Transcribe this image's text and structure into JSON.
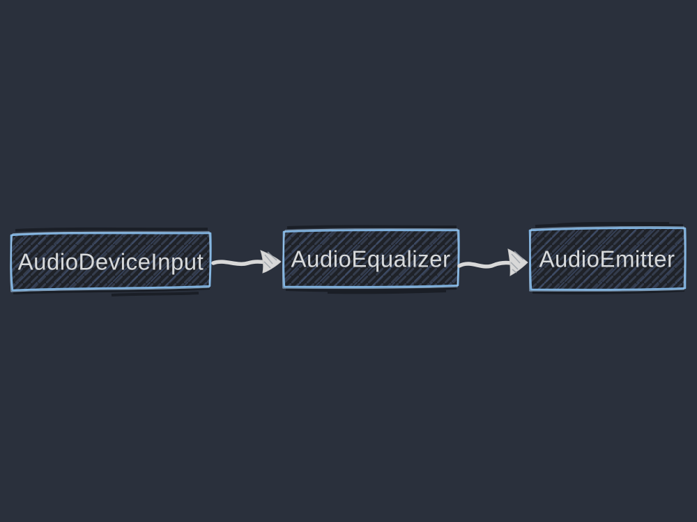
{
  "app": {
    "background_color": "#2a303c"
  },
  "diagram": {
    "type": "flow",
    "direction": "left-to-right",
    "style": {
      "sketchy": true,
      "node_border_color": "#7fb2df",
      "node_border_highlight": "#a7cdf0",
      "node_fill_color": "#1f2228",
      "node_hatch_color": "#343c4c",
      "node_hatch_accent": "#46587e",
      "node_text_color": "#d7d9da",
      "arrow_color": "#d8d8d8"
    },
    "nodes": [
      {
        "id": "audio-device-input",
        "label": "AudioDeviceInput"
      },
      {
        "id": "audio-equalizer",
        "label": "AudioEqualizer"
      },
      {
        "id": "audio-emitter",
        "label": "AudioEmitter"
      }
    ],
    "edges": [
      {
        "from": "audio-device-input",
        "to": "audio-equalizer"
      },
      {
        "from": "audio-equalizer",
        "to": "audio-emitter"
      }
    ]
  }
}
